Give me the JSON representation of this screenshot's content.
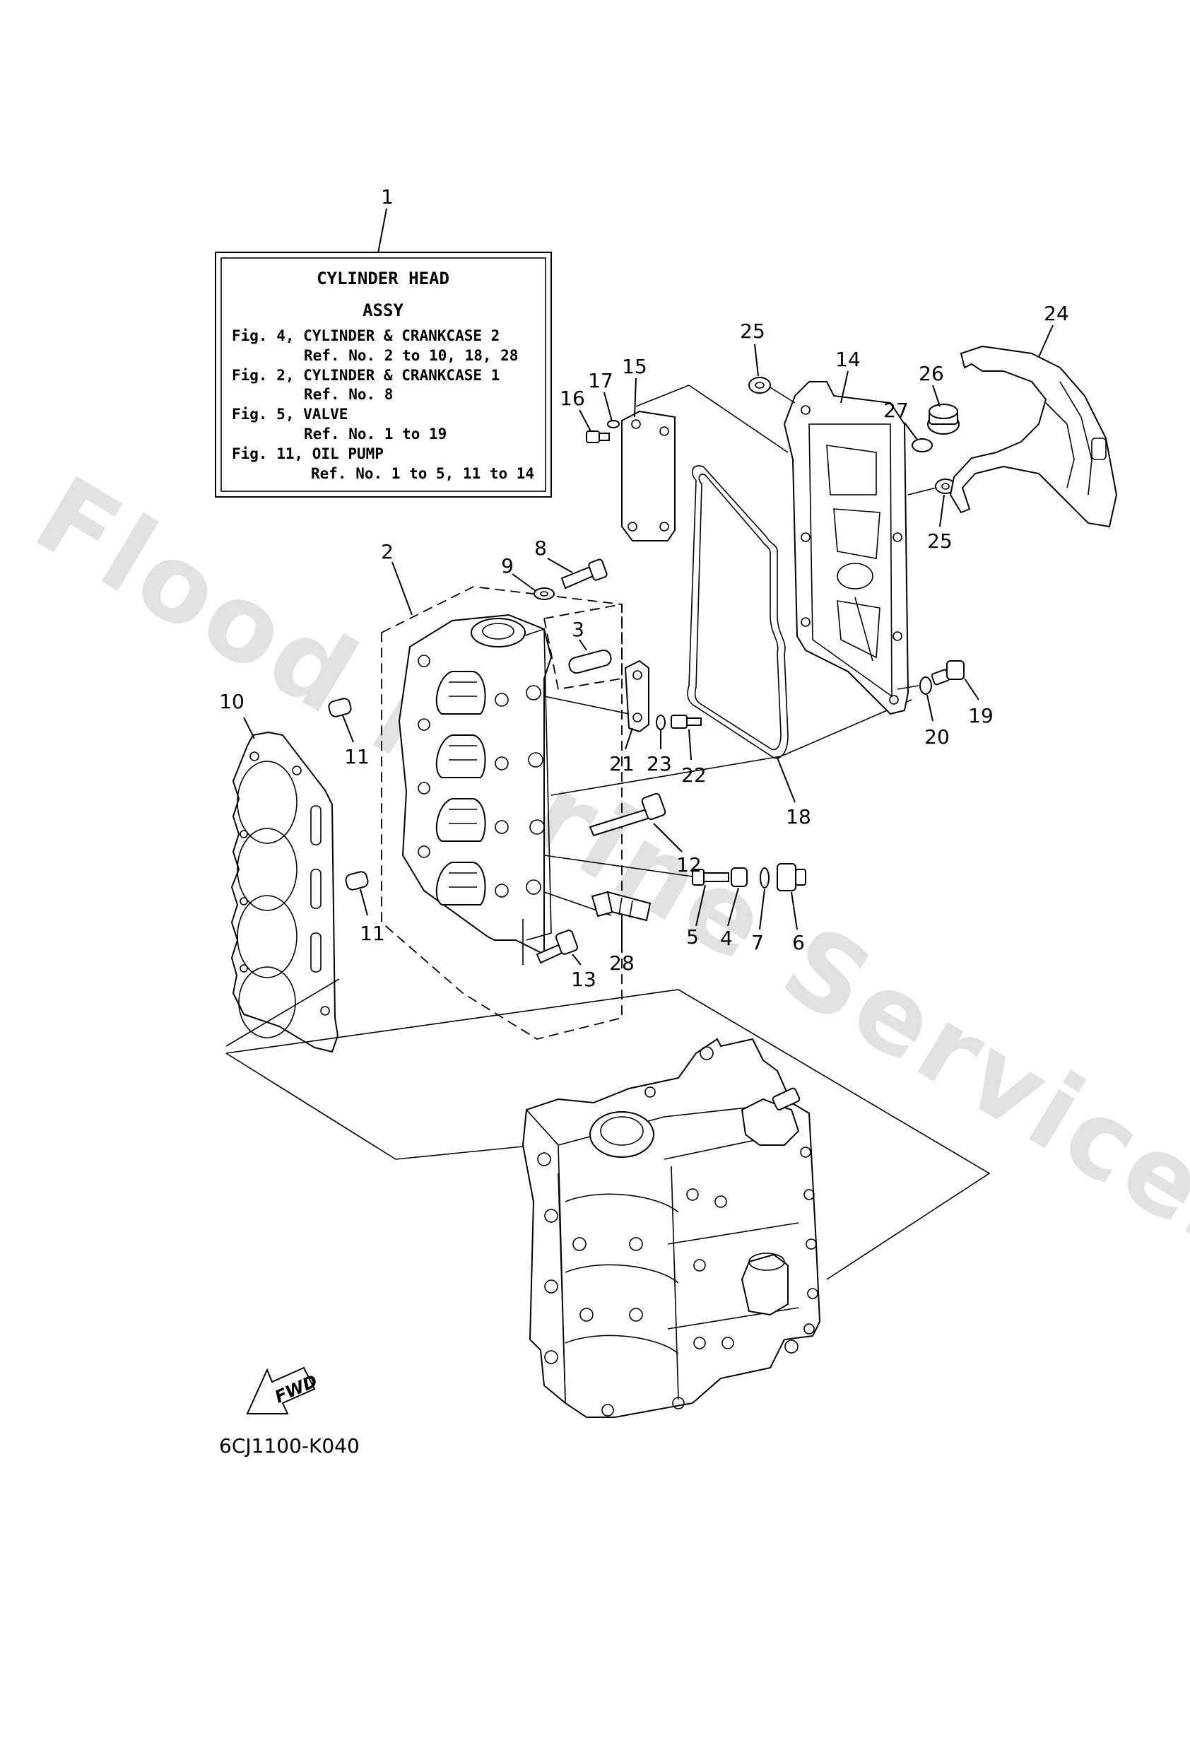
{
  "info_box": {
    "line1": "CYLINDER HEAD",
    "line2": "ASSY",
    "line3": "Fig. 4, CYLINDER & CRANKCASE 2",
    "line4": "Ref. No. 2 to 10, 18, 28",
    "line5": "Fig. 2, CYLINDER & CRANKCASE 1",
    "line6": "Ref. No. 8",
    "line7": "Fig. 5, VALVE",
    "line8": "Ref. No. 1 to 19",
    "line9": "Fig. 11, OIL PUMP",
    "line10": "Ref. No. 1 to 5, 11 to 14"
  },
  "callouts": {
    "c1": "1",
    "c2": "2",
    "c3": "3",
    "c4": "4",
    "c5": "5",
    "c6": "6",
    "c7": "7",
    "c8": "8",
    "c9": "9",
    "c10": "10",
    "c11a": "11",
    "c11b": "11",
    "c12": "12",
    "c13": "13",
    "c14": "14",
    "c15": "15",
    "c16": "16",
    "c17": "17",
    "c18": "18",
    "c19": "19",
    "c20": "20",
    "c21": "21",
    "c22": "22",
    "c23": "23",
    "c24": "24",
    "c25a": "25",
    "c25b": "25",
    "c26": "26",
    "c27": "27",
    "c28": "28"
  },
  "fwd_label": "FWD",
  "diagram_code": "6CJ1100-K040",
  "watermark": "Flood Marine Services"
}
